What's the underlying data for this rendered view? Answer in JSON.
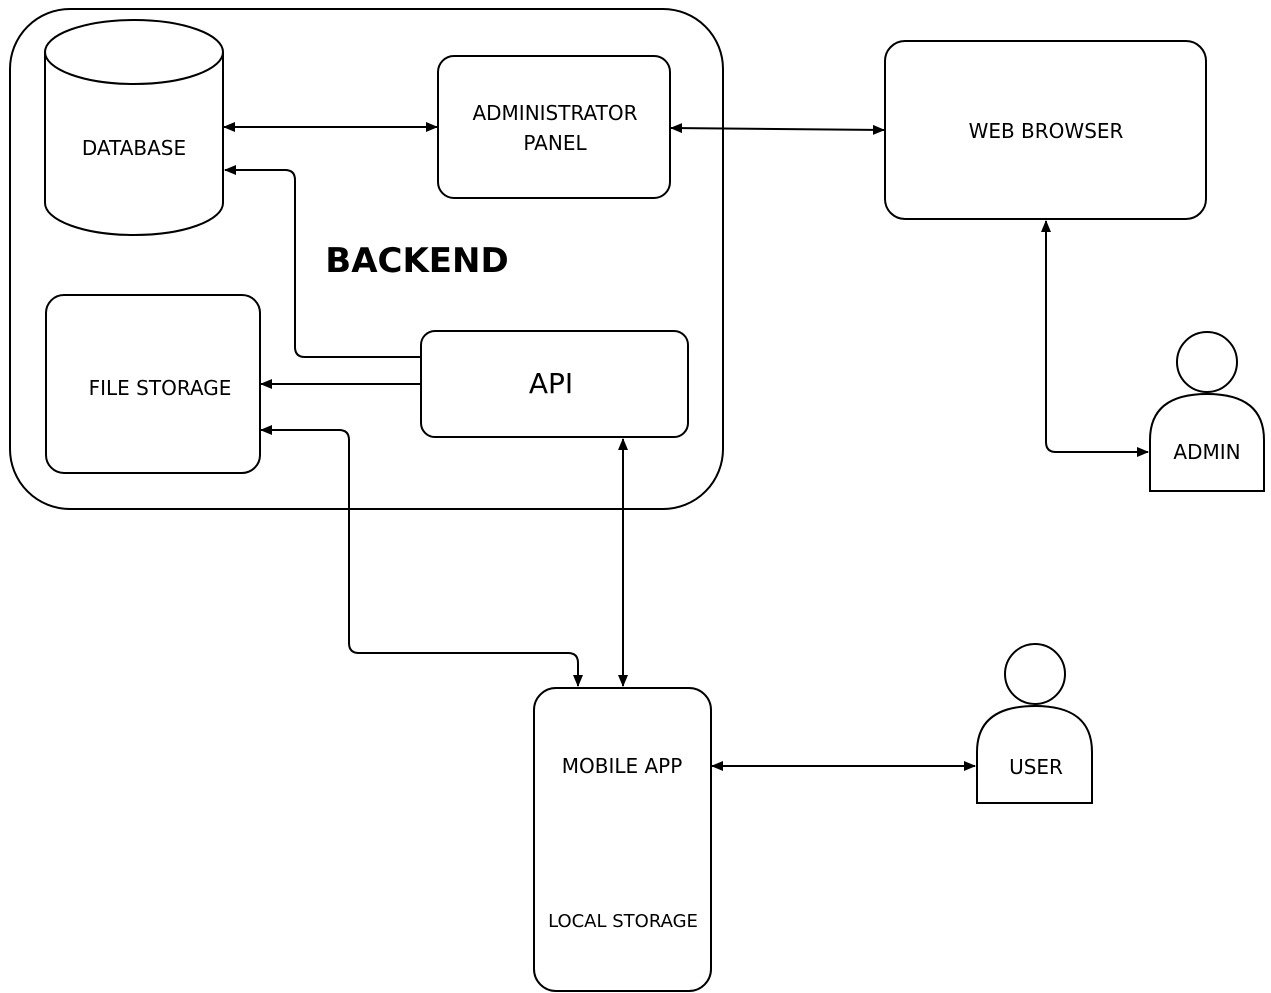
{
  "diagram": {
    "backend_label": "BACKEND",
    "nodes": {
      "database": "DATABASE",
      "admin_panel_line1": "ADMINISTRATOR",
      "admin_panel_line2": "PANEL",
      "web_browser": "WEB BROWSER",
      "file_storage": "FILE STORAGE",
      "api": "API",
      "admin": "ADMIN",
      "mobile_app": "MOBILE APP",
      "local_storage": "LOCAL STORAGE",
      "user": "USER"
    }
  },
  "colors": {
    "stroke": "#000000",
    "background": "#ffffff"
  }
}
